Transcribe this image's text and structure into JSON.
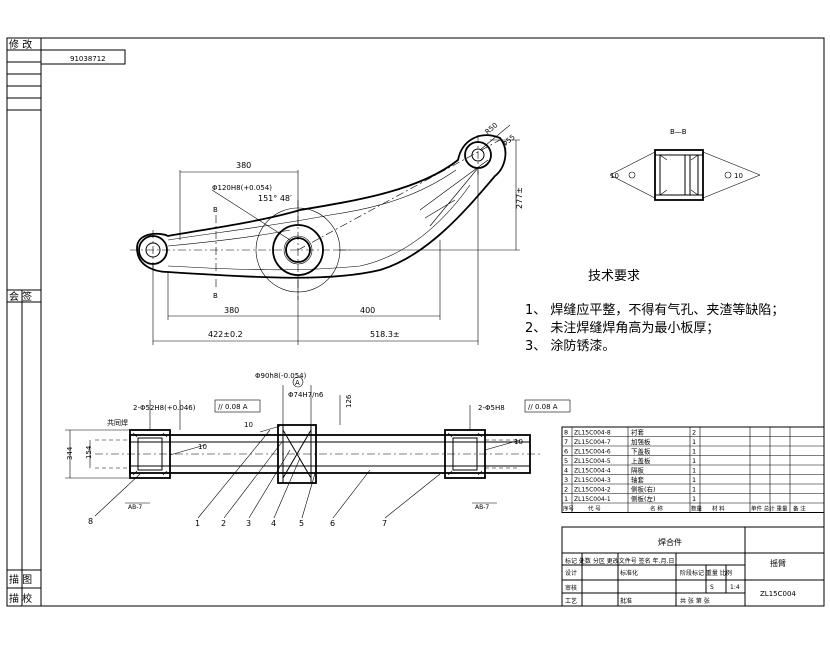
{
  "sheet": {
    "revise_label": "修 改",
    "sign_label": "会 签",
    "draw_label": "描 图",
    "trace_label": "描 校",
    "drawing_code_box": "91038712"
  },
  "technical_requirements": {
    "title": "技术要求",
    "items": [
      "1、 焊缝应平整，不得有气孔、夹渣等缺陷；",
      "2、 未注焊缝焊角高为最小板厚；",
      "3、 涂防锈漆。"
    ]
  },
  "section_view": {
    "label": "B—B",
    "weld_left": "10",
    "weld_right": "10"
  },
  "top_view": {
    "dim_380_top": "380",
    "dim_hole": "Φ120H8(+0.054)",
    "dim_angle": "151° 48′",
    "dim_277": "277±",
    "dim_r": "R50",
    "dim_60": "Φ55",
    "dim_380_bottom": "380",
    "dim_400": "400",
    "dim_422": "422±0.2",
    "dim_518": "518.3±",
    "section_mark_top": "B",
    "section_mark_bottom": "B"
  },
  "front_view": {
    "left_dim": "2-Φ52H8(+0.046)",
    "left_tol": "// 0.08 A",
    "right_dim": "2-Φ5H8",
    "right_tol": "// 0.08 A",
    "top_note_1": "Φ90h8(-0.054)",
    "top_note_2": "Φ74H7/n6",
    "datum": "A",
    "dim_126": "126",
    "dim_344": "344",
    "dim_154": "154",
    "weld_left": "10",
    "weld_mid": "10",
    "weld_right": "10",
    "symmetry_note": "共同焊",
    "weld_code_left": "AB-7",
    "weld_code_right": "AB-7",
    "callouts": [
      "8",
      "1",
      "2",
      "3",
      "4",
      "5",
      "6",
      "7"
    ]
  },
  "parts_list": {
    "rows": [
      {
        "no": "8",
        "code": "ZL15C004-8",
        "name": "衬套",
        "qty": "2"
      },
      {
        "no": "7",
        "code": "ZL15C004-7",
        "name": "加强板",
        "qty": "1"
      },
      {
        "no": "6",
        "code": "ZL15C004-6",
        "name": "下盖板",
        "qty": "1"
      },
      {
        "no": "5",
        "code": "ZL15C004-5",
        "name": "上盖板",
        "qty": "1"
      },
      {
        "no": "4",
        "code": "ZL15C004-4",
        "name": "隔板",
        "qty": "1"
      },
      {
        "no": "3",
        "code": "ZL15C004-3",
        "name": "轴套",
        "qty": "1"
      },
      {
        "no": "2",
        "code": "ZL15C004-2",
        "name": "侧板(右)",
        "qty": "1"
      },
      {
        "no": "1",
        "code": "ZL15C004-1",
        "name": "侧板(左)",
        "qty": "1"
      }
    ],
    "header": {
      "no": "序号",
      "code": "代 号",
      "name": "名 称",
      "qty": "数量",
      "material": "材 料",
      "unit_weight": "单件 总计 重量",
      "remarks": "备 注"
    }
  },
  "title_block": {
    "part_name": "焊合件",
    "company": "摇臂",
    "drawing_no": "ZL15C004",
    "marks_row": "标记 处数 分区 更改文件号 签名 年.月.日",
    "design": "设计",
    "standard": "标准化",
    "stage_label": "阶段标记 重量 比例",
    "scale": "1:4",
    "stage_s": "S",
    "review": "审核",
    "process": "工艺",
    "approve": "批准",
    "sheet_info": "共 张  第 张"
  }
}
